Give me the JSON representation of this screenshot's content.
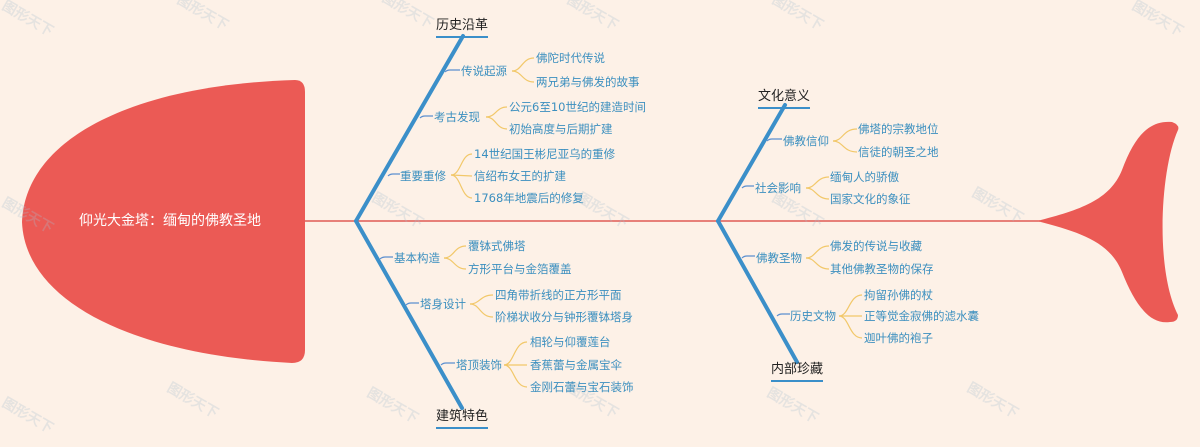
{
  "title": "仰光大金塔：缅甸的佛教圣地",
  "watermark": "图形天下",
  "colors": {
    "background": "#fdf1e7",
    "fish": "#eb5a55",
    "spine": "#e05a55",
    "bone": "#3b8fc9",
    "text": "#3b8fbf",
    "leaf_connector": "#f2c86a"
  },
  "branches": [
    {
      "topic": "历史沿革",
      "position": "top-left",
      "causes": [
        {
          "label": "传说起源",
          "items": [
            "佛陀时代传说",
            "两兄弟与佛发的故事"
          ]
        },
        {
          "label": "考古发现",
          "items": [
            "公元6至10世纪的建造时间",
            "初始高度与后期扩建"
          ]
        },
        {
          "label": "重要重修",
          "items": [
            "14世纪国王彬尼亚乌的重修",
            "信绍布女王的扩建",
            "1768年地震后的修复"
          ]
        }
      ]
    },
    {
      "topic": "建筑特色",
      "position": "bottom-left",
      "causes": [
        {
          "label": "基本构造",
          "items": [
            "覆钵式佛塔",
            "方形平台与金箔覆盖"
          ]
        },
        {
          "label": "塔身设计",
          "items": [
            "四角带折线的正方形平面",
            "阶梯状收分与钟形覆钵塔身"
          ]
        },
        {
          "label": "塔顶装饰",
          "items": [
            "相轮与仰覆莲台",
            "香蕉蕾与金属宝伞",
            "金刚石蕾与宝石装饰"
          ]
        }
      ]
    },
    {
      "topic": "文化意义",
      "position": "top-right",
      "causes": [
        {
          "label": "佛教信仰",
          "items": [
            "佛塔的宗教地位",
            "信徒的朝圣之地"
          ]
        },
        {
          "label": "社会影响",
          "items": [
            "缅甸人的骄傲",
            "国家文化的象征"
          ]
        }
      ]
    },
    {
      "topic": "内部珍藏",
      "position": "bottom-right",
      "causes": [
        {
          "label": "佛教圣物",
          "items": [
            "佛发的传说与收藏",
            "其他佛教圣物的保存"
          ]
        },
        {
          "label": "历史文物",
          "items": [
            "拘留孙佛的杖",
            "正等觉金寂佛的滤水囊",
            "迦叶佛的袍子"
          ]
        }
      ]
    }
  ]
}
